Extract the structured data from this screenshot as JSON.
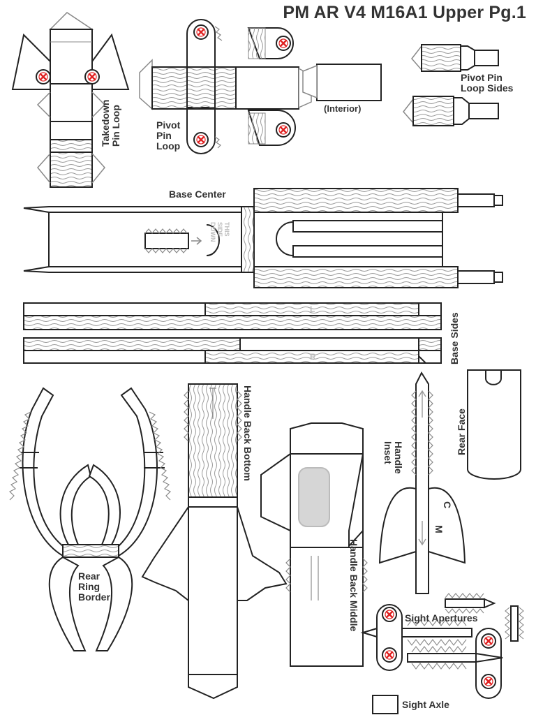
{
  "sheet": {
    "title": "PM AR V4 M16A1 Upper Pg.1"
  },
  "labels": {
    "takedown_pin_loop": "Takedown\nPin Loop",
    "pivot_pin_loop": "Pivot\nPin\nLoop",
    "interior": "(Interior)",
    "pivot_pin_loop_sides": "Pivot Pin\nLoop Sides",
    "base_center": "Base Center",
    "this_side_down": "THIS\nSIDE\nDOWN",
    "base_sides": "Base Sides",
    "side_left_mark": "L",
    "side_right_mark": "R",
    "rear_ring_border": "Rear\nRing\nBorder",
    "handle_back_bottom": "Handle Back Bottom",
    "handle_back_middle": "Handle Back Middle",
    "handle_inset": "Handle\nInset",
    "rear_face": "Rear Face",
    "mark_c": "C",
    "mark_m": "M",
    "sight_apertures": "Sight Apertures",
    "sight_axle": "Sight Axle"
  },
  "colors": {
    "line": "#222222",
    "fold": "#888888",
    "glue_fill": "#ffffff",
    "texture": "#9a9a9a",
    "cut_mark": "#e02020",
    "window": "#d6d6d6"
  },
  "icons": {
    "cut_hole": "circle-x-icon",
    "arrow": "arrow-icon"
  }
}
